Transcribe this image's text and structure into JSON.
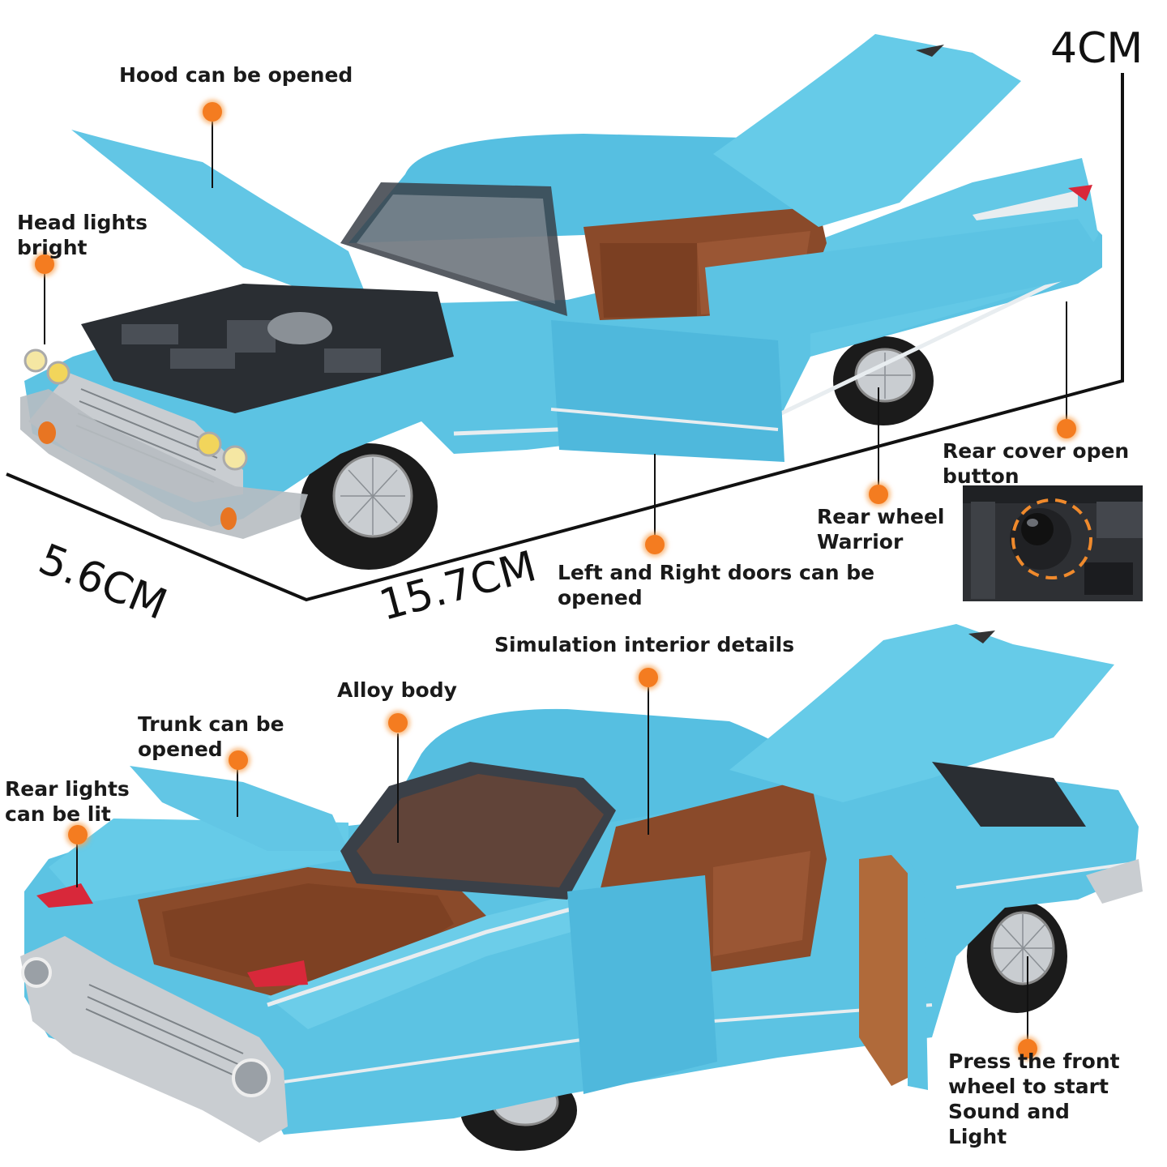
{
  "dimensions": {
    "height": "4CM",
    "width": "5.6CM",
    "length": "15.7CM"
  },
  "callouts": {
    "hood": "Hood can be opened",
    "head_lights": "Head lights\nbright",
    "rear_cover": "Rear cover open\nbutton",
    "rear_wheel": "Rear wheel\nWarrior",
    "doors": "Left and Right doors can be\nopened",
    "interior": "Simulation interior details",
    "alloy_body": "Alloy body",
    "trunk": "Trunk can be\nopened",
    "rear_lights": "Rear lights\ncan be lit",
    "front_wheel": "Press the front\nwheel to start\n     Sound and\n     Light"
  },
  "colors": {
    "body_blue": "#5cc3e3",
    "body_shadow": "#3aa4c8",
    "interior_brown": "#8a4a2a",
    "accent_orange": "#f47c20",
    "chrome": "#c8ccd0",
    "tail_red": "#d8283a"
  }
}
